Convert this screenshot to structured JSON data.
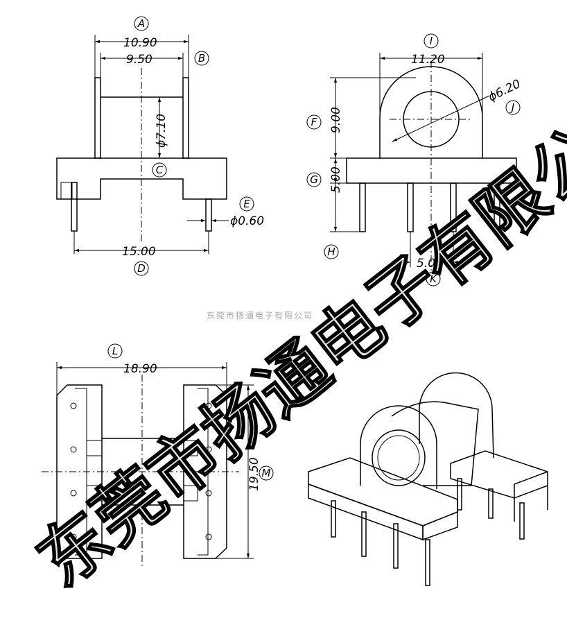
{
  "dimensions": {
    "a_value": "10.90",
    "b_value": "9.50",
    "c_value": "ϕ7.10",
    "e_value": "ϕ0.60",
    "d_value": "15.00",
    "i_value": "11.20",
    "j_value": "ϕ6.20",
    "f_value": "9.00",
    "g_value": "5.00",
    "k_value": "5.00",
    "l_value": "18.90",
    "m_value": "19.50"
  },
  "markers": {
    "a": "A",
    "b": "B",
    "c": "C",
    "d": "D",
    "e": "E",
    "f": "F",
    "g": "G",
    "h": "H",
    "i": "I",
    "j": "J",
    "k": "K",
    "l": "L",
    "m": "M"
  },
  "caption": "东莞市扬通电子有限公司",
  "watermark": "东莞市扬通电子有限公司",
  "colors": {
    "line": "#000000",
    "background": "#ffffff",
    "watermark_fill": "#e4e4e4",
    "caption": "#aaaaaa"
  }
}
